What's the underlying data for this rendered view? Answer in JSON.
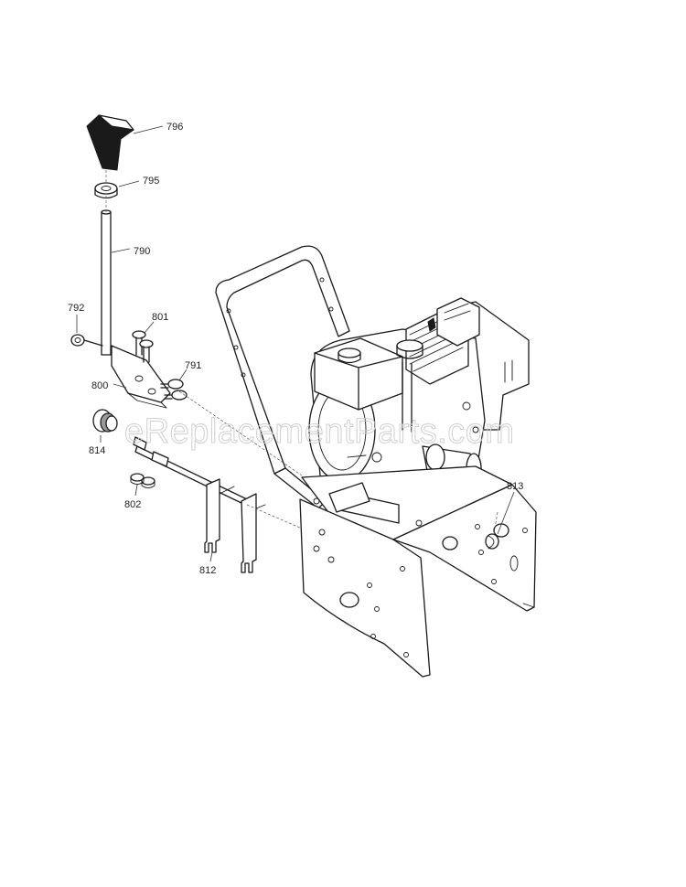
{
  "callouts": {
    "p796": "796",
    "p795": "795",
    "p790": "790",
    "p792": "792",
    "p801": "801",
    "p791": "791",
    "p800": "800",
    "p814": "814",
    "p802": "802",
    "p812": "812",
    "p813": "813"
  },
  "watermark": "eReplacementParts.com",
  "colors": {
    "ink": "#1a1a1a",
    "watermark": "#cfcfcf",
    "background": "#ffffff"
  }
}
